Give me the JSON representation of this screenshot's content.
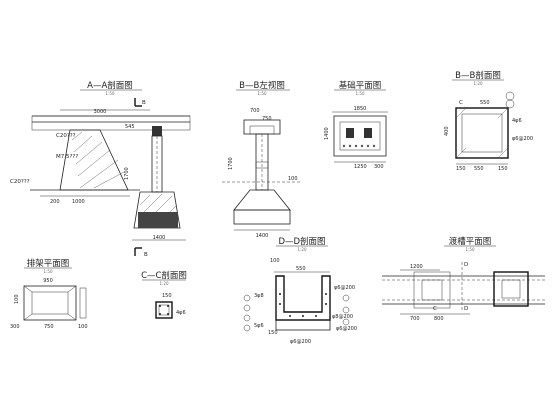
{
  "views": {
    "aa": {
      "title": "A—A剖面图",
      "scale": "1:50"
    },
    "bb_side": {
      "title": "B—B左视图",
      "scale": "1:50"
    },
    "base_plan": {
      "title": "基础平面图",
      "scale": "1:50"
    },
    "bb": {
      "title": "B—B剖面图",
      "scale": "1:20"
    },
    "pier_plan": {
      "title": "排架平面图",
      "scale": "1:50"
    },
    "cc": {
      "title": "C—C剖面图",
      "scale": "1:20"
    },
    "dd": {
      "title": "D—D剖面图",
      "scale": "1:20"
    },
    "slab_plan": {
      "title": "渡槽平面图",
      "scale": "1:50"
    }
  },
  "labels": {
    "aa_c20_top": "C20???",
    "aa_m75": "M7.5???",
    "aa_c20_left": "C20???",
    "aa_section_b": "B",
    "aa_dim_top": "3000",
    "aa_dim_545": "545",
    "aa_dim_bottom_200": "200",
    "aa_dim_bottom_1000": "1000",
    "aa_dim_bottom_1400": "1400",
    "aa_dim_vertical_1700": "1700",
    "bb_side_dim_700": "700",
    "bb_side_dim_750": "750",
    "bb_side_dim_100": "100",
    "bb_side_dim_1700": "1700",
    "bb_side_dim_1400": "1400",
    "base_dim_1850": "1850",
    "base_dim_1400": "1400",
    "base_dim_1250": "1250",
    "base_dim_300": "300",
    "bb_dim_400": "400",
    "bb_dim_550": "550",
    "bb_dim_150a": "150",
    "bb_dim_150b": "150",
    "bb_label_c": "C",
    "bb_rebar_a": "4φ6",
    "bb_rebar_b": "φ6@200",
    "pier_dim_950": "950",
    "pier_dim_750": "750",
    "pier_dim_300": "300",
    "pier_dim_100": "100",
    "pier_dim_100b": "100",
    "cc_dim_150": "150",
    "cc_rebar": "4φ6",
    "dd_dim_550": "550",
    "dd_dim_100": "100",
    "dd_dim_150": "150",
    "dd_rebar_1": "φ6@200",
    "dd_rebar_2": "3φ8",
    "dd_rebar_3": "5φ6",
    "dd_rebar_4": "φ6@200",
    "dd_rebar_5": "φ8@200",
    "dd_rebar_6": "φ6@200",
    "slab_dim_1200": "1200",
    "slab_dim_700": "700",
    "slab_dim_800": "800",
    "slab_label_d": "D",
    "slab_label_d2": "D",
    "slab_label_c": "C"
  }
}
